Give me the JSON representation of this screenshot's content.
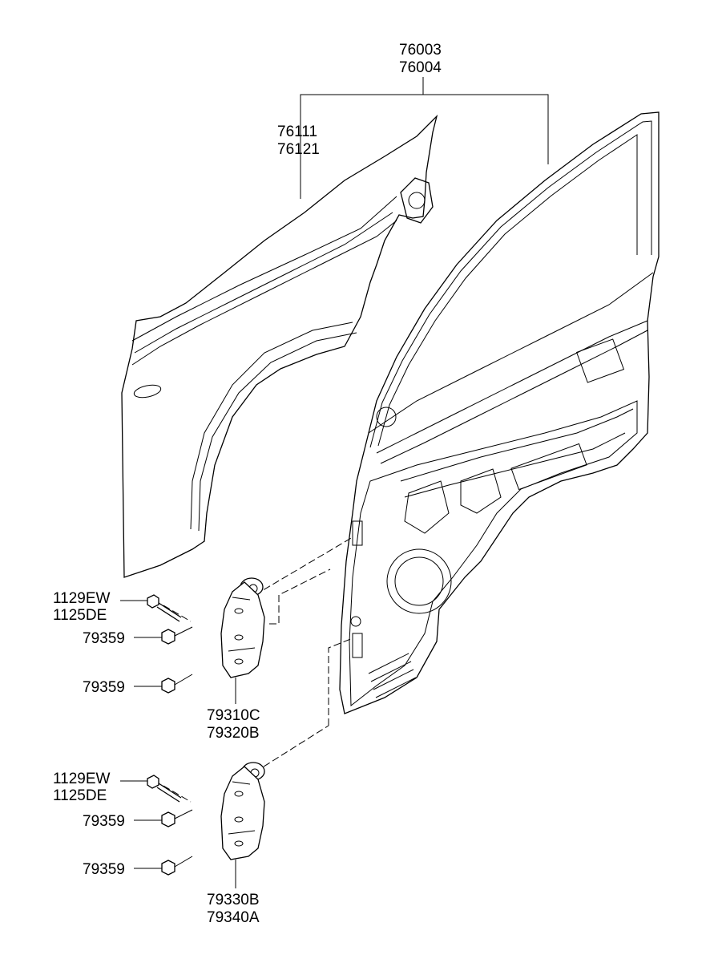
{
  "labels": {
    "door_assy": [
      "76003",
      "76004"
    ],
    "outer_panel": [
      "76111",
      "76121"
    ],
    "upper_hinge_bolt": [
      "1129EW",
      "1125DE"
    ],
    "upper_hinge_nut_1": "79359",
    "upper_hinge_nut_2": "79359",
    "upper_hinge": [
      "79310C",
      "79320B"
    ],
    "lower_hinge_bolt": [
      "1129EW",
      "1125DE"
    ],
    "lower_hinge_nut_1": "79359",
    "lower_hinge_nut_2": "79359",
    "lower_hinge": [
      "79330B",
      "79340A"
    ]
  }
}
